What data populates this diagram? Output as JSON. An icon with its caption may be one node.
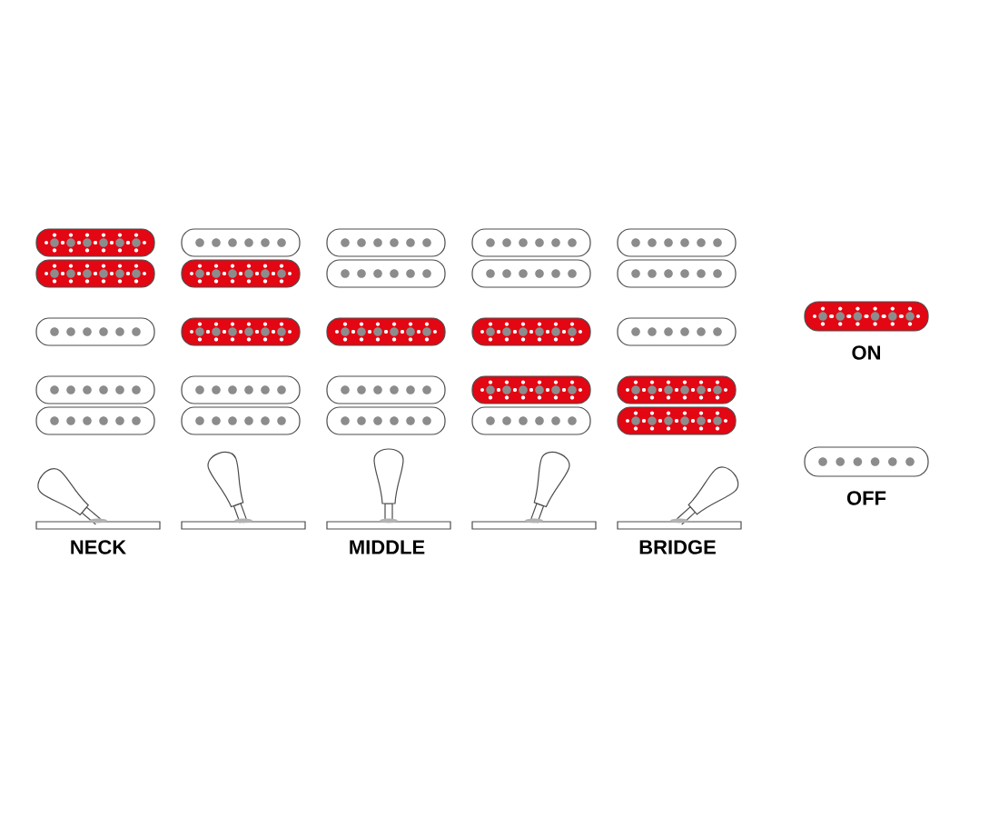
{
  "diagram": {
    "labels": [
      "NECK",
      "MIDDLE",
      "BRIDGE"
    ],
    "legend": [
      {
        "text": "ON",
        "color": "#e30613"
      },
      {
        "text": "OFF"
      }
    ]
  }
}
